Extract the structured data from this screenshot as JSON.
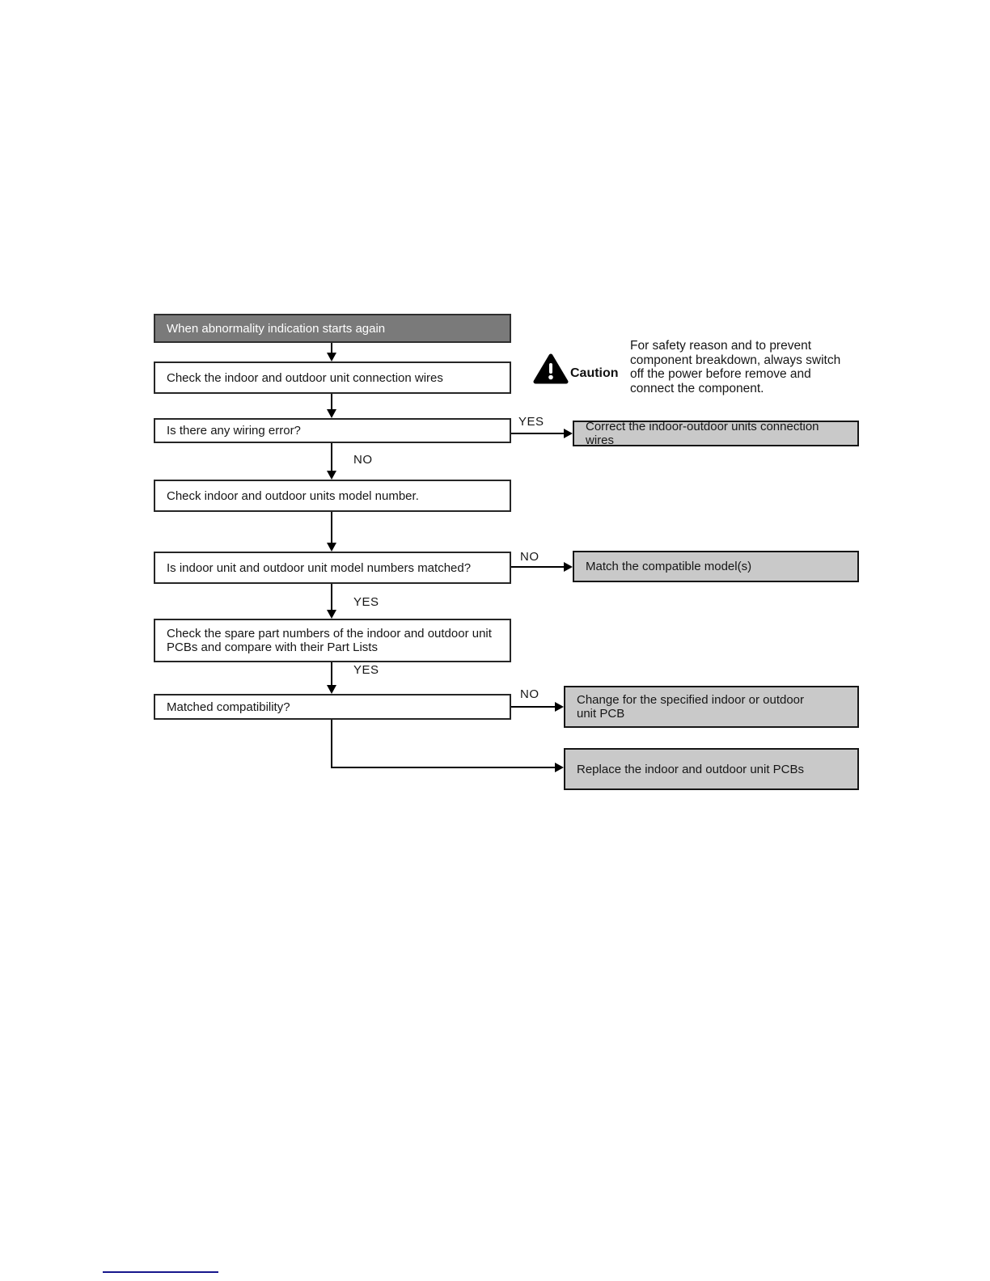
{
  "flowchart": {
    "start_label": "When abnormality indication starts again",
    "nodes": {
      "check_wires": "Check the indoor and outdoor unit connection wires",
      "wiring_error_q": "Is there any wiring error?",
      "check_model_number": "Check indoor and outdoor units model number.",
      "model_numbers_matched_q": "Is indoor unit and outdoor unit model numbers matched?",
      "check_spare_parts": "Check the spare part numbers of the indoor and outdoor unit PCBs and compare with their Part Lists",
      "matched_compatibility_q": "Matched compatibility?"
    },
    "actions": {
      "correct_wires": "Correct the indoor-outdoor units connection wires",
      "match_models": "Match the compatible model(s)",
      "change_pcb": "Change for the specified indoor or outdoor unit PCB",
      "replace_pcbs": "Replace the indoor and outdoor unit PCBs"
    },
    "branch_labels": {
      "wiring_error_yes": "YES",
      "wiring_error_no": "NO",
      "model_matched_no": "NO",
      "model_matched_yes": "YES",
      "spare_parts_yes": "YES",
      "compatibility_no": "NO"
    }
  },
  "caution": {
    "title": "Caution",
    "icon": "warning-triangle-icon",
    "lines": [
      "For safety reason and to prevent",
      "component breakdown, always switch",
      "off the power before remove and",
      "connect the component."
    ]
  },
  "colors": {
    "start_box_fill": "#7a7a7a",
    "action_box_fill": "#c9c9c9",
    "box_border": "#262626",
    "connector": "#000000",
    "footer_link_line": "#17178c"
  }
}
